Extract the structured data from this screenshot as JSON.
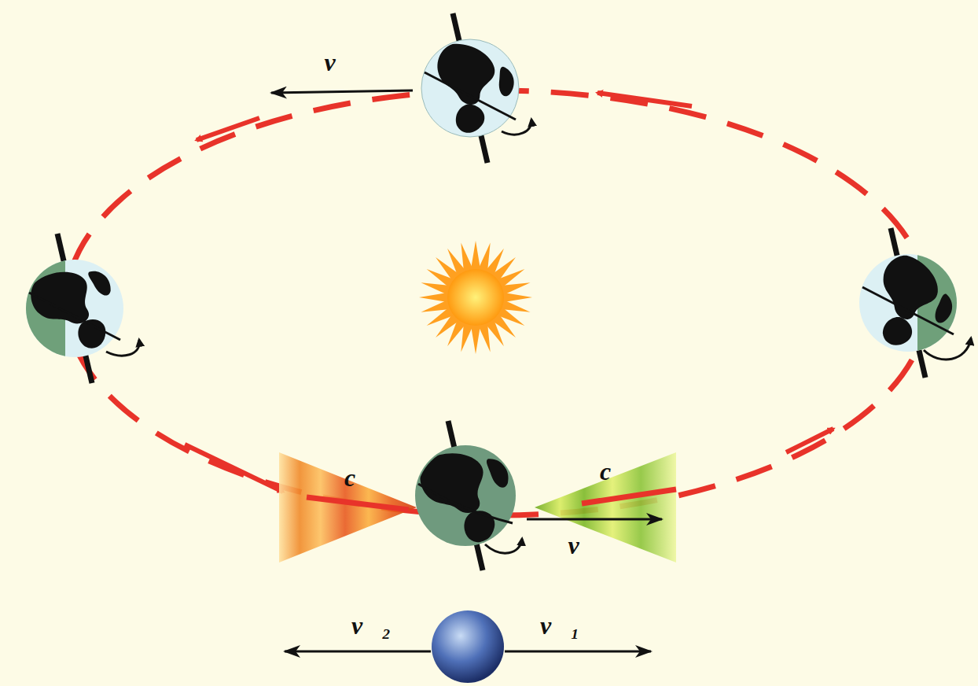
{
  "diagram": {
    "labels": [
      "v⃗",
      "c",
      "c",
      "v⃗",
      "v⃗₂",
      "v⃗₁"
    ]
  }
}
